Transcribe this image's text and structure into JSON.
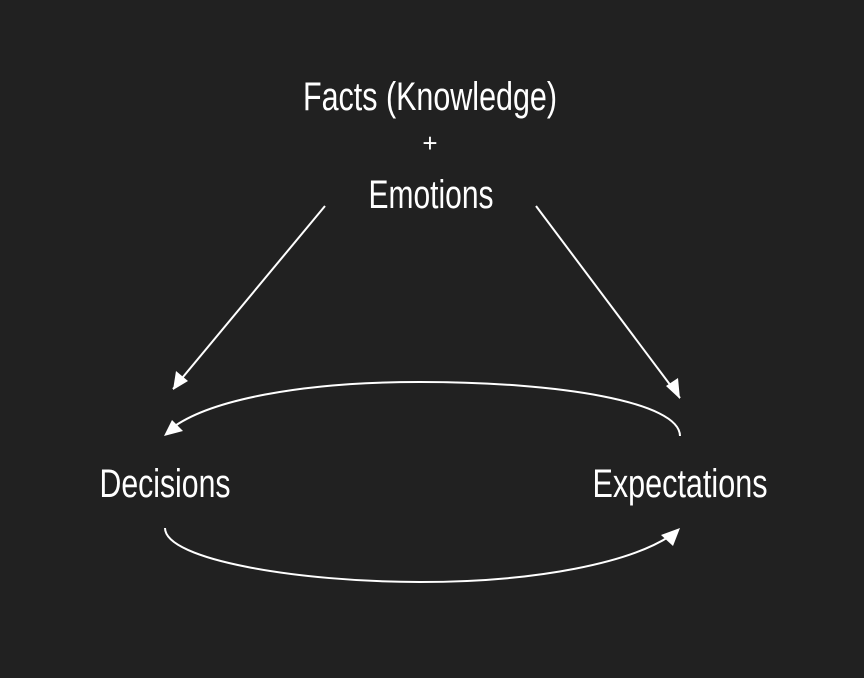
{
  "diagram": {
    "background": "#212121",
    "foreground": "#ffffff",
    "top_node": {
      "line1": "Facts (Knowledge)",
      "plus": "+",
      "line2": "Emotions"
    },
    "left_node": "Decisions",
    "right_node": "Expectations"
  }
}
